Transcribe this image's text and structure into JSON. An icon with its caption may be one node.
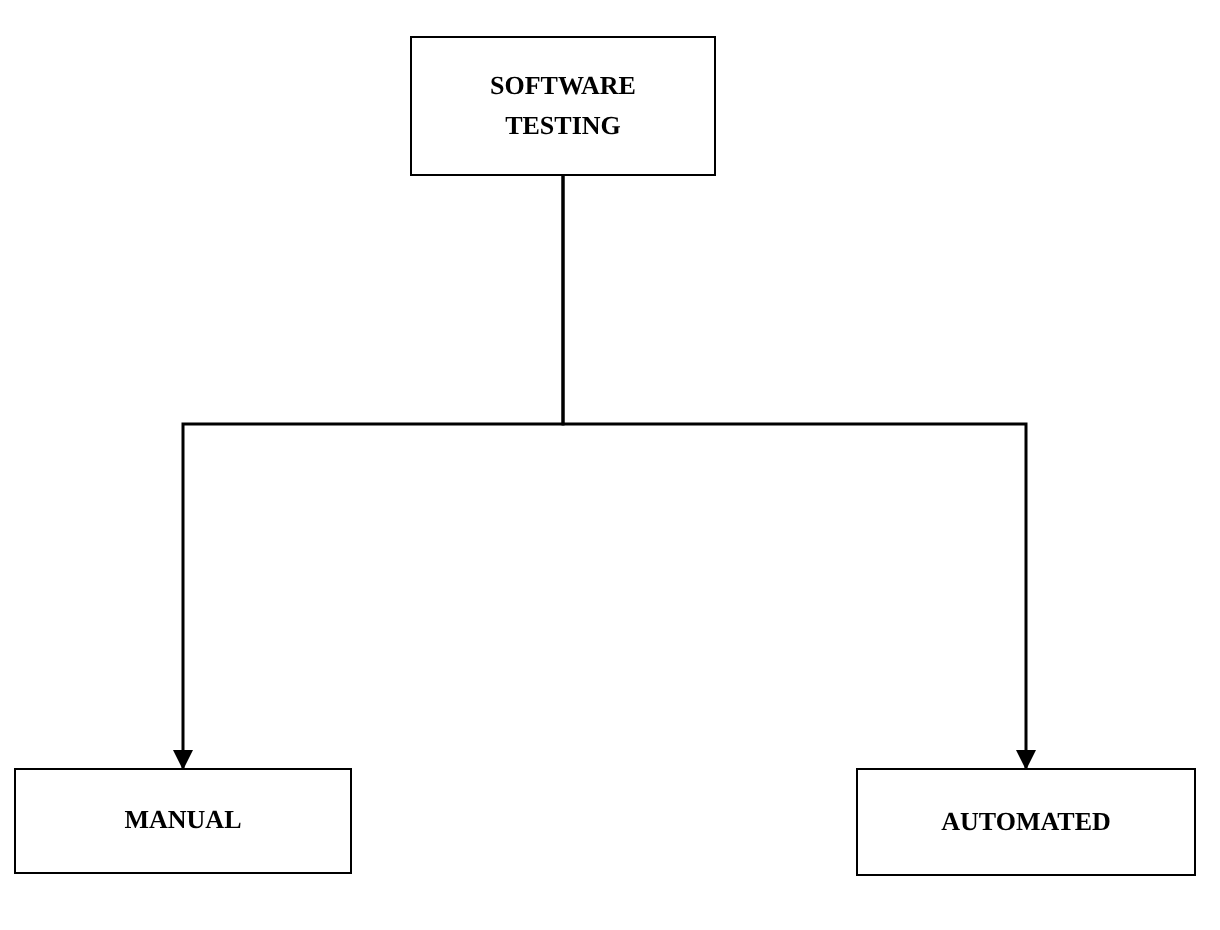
{
  "diagram": {
    "nodes": [
      {
        "text": [
          "SOFTWARE TESTING"
        ]
      },
      {
        "text": [
          "MANUAL"
        ]
      },
      {
        "text": [
          "AUTOMATED"
        ]
      }
    ],
    "edges": [
      {
        "from": 0,
        "to": 1,
        "arrow": "to"
      },
      {
        "from": 0,
        "to": 2,
        "arrow": "to"
      }
    ]
  }
}
